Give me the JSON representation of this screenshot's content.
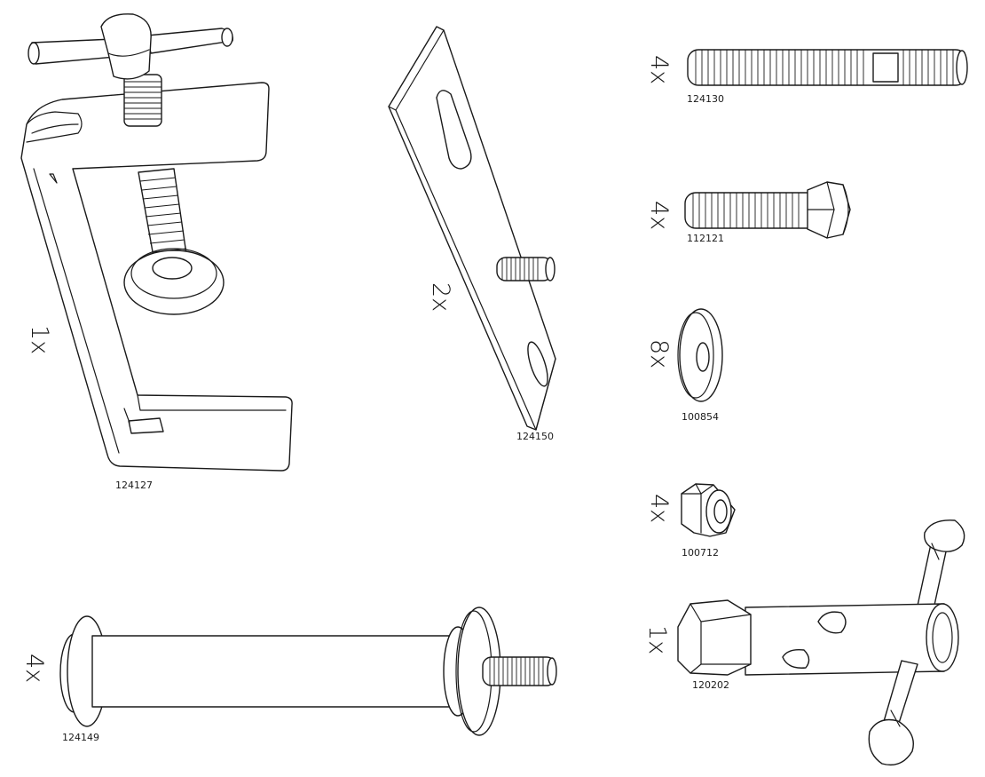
{
  "parts": [
    {
      "qty": "1x",
      "part_no": "124127",
      "icon": "clamp-icon"
    },
    {
      "qty": "2x",
      "part_no": "124150",
      "icon": "bracket-plate-icon"
    },
    {
      "qty": "4x",
      "part_no": "124130",
      "icon": "threaded-rod-icon"
    },
    {
      "qty": "4x",
      "part_no": "112121",
      "icon": "hex-bolt-icon"
    },
    {
      "qty": "8x",
      "part_no": "100854",
      "icon": "washer-icon"
    },
    {
      "qty": "4x",
      "part_no": "100712",
      "icon": "hex-nut-icon"
    },
    {
      "qty": "1x",
      "part_no": "120202",
      "icon": "t-handle-socket-wrench-icon"
    },
    {
      "qty": "4x",
      "part_no": "124149",
      "icon": "spacer-bolt-icon"
    }
  ]
}
